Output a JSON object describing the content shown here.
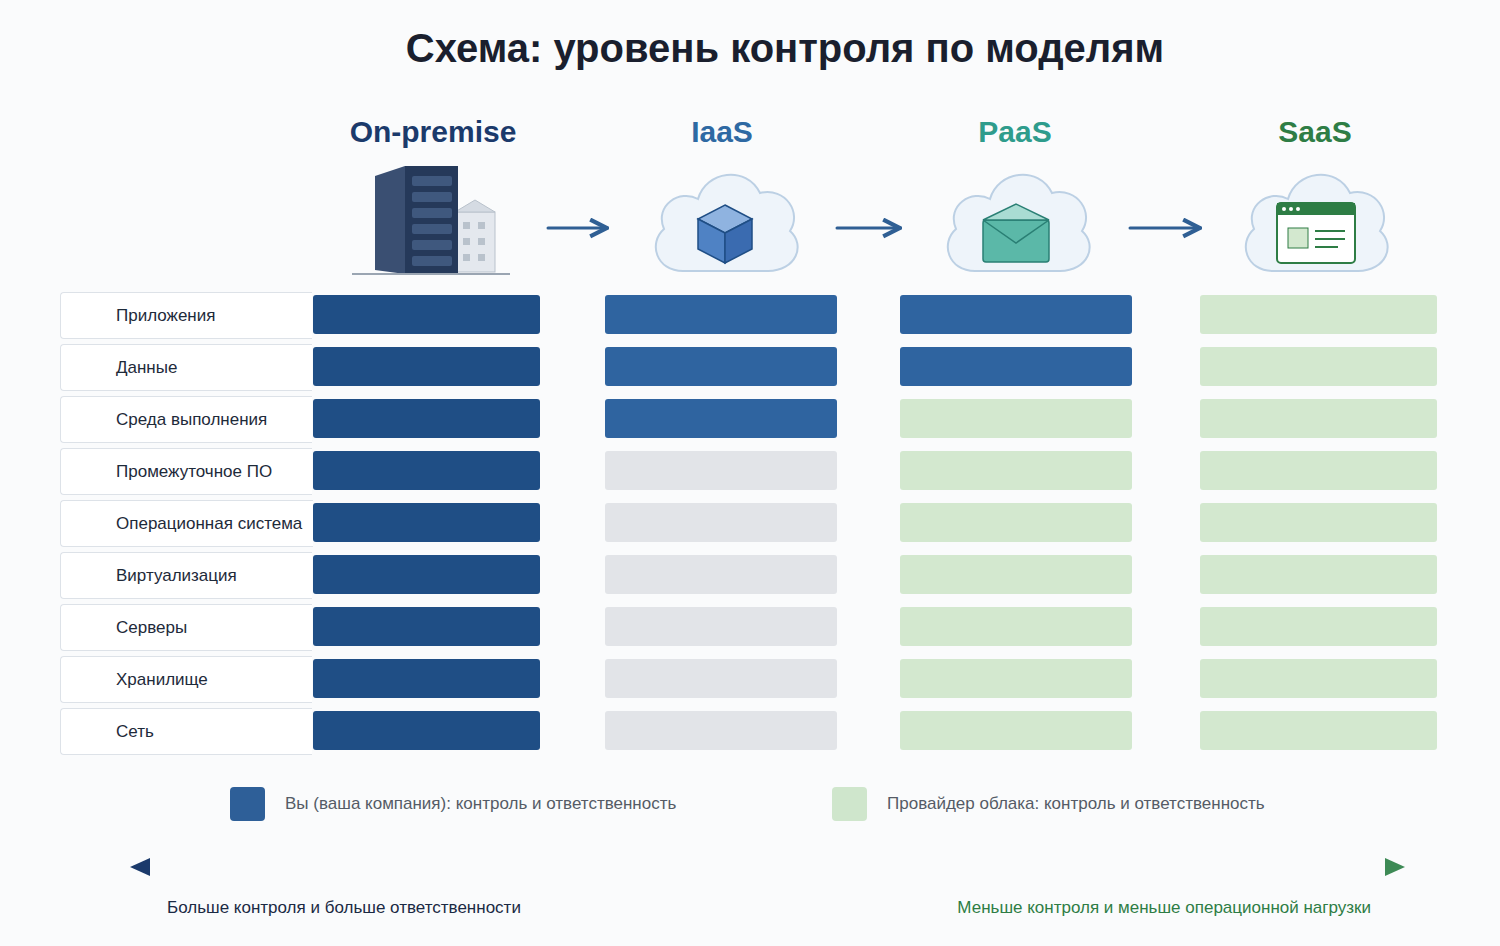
{
  "diagram": {
    "title": "Схема: уровень контроля по моделям",
    "nodes": [
      {
        "text": [
          "On-premise"
        ]
      },
      {
        "text": [
          "IaaS"
        ]
      },
      {
        "text": [
          "PaaS"
        ]
      },
      {
        "text": [
          "SaaS"
        ]
      },
      {
        "text": [
          "Приложения"
        ]
      },
      {
        "text": [
          "Данные"
        ]
      },
      {
        "text": [
          "Среда выполнения"
        ]
      },
      {
        "text": [
          "Промежуточное ПО"
        ]
      },
      {
        "text": [
          "Операционная система"
        ]
      },
      {
        "text": [
          "Виртуализация"
        ]
      },
      {
        "text": [
          "Серверы"
        ]
      },
      {
        "text": [
          "Хранилище"
        ]
      },
      {
        "text": [
          "Сеть"
        ]
      }
    ],
    "edges": [
      {
        "from": 0,
        "to": 1,
        "arrow": "to"
      },
      {
        "from": 1,
        "to": 2,
        "arrow": "to"
      },
      {
        "from": 2,
        "to": 3,
        "arrow": "to"
      }
    ],
    "labels": [
      "Больше контроля и больше ответственности",
      "Меньше контроля и меньше операционной нагрузки"
    ],
    "legend": [
      {
        "text": "Вы (ваша компания): контроль и ответственность",
        "color": "#2e5f98"
      },
      {
        "text": "Провайдер облака: контроль и ответственность",
        "color": "#cfe6cc"
      }
    ]
  }
}
